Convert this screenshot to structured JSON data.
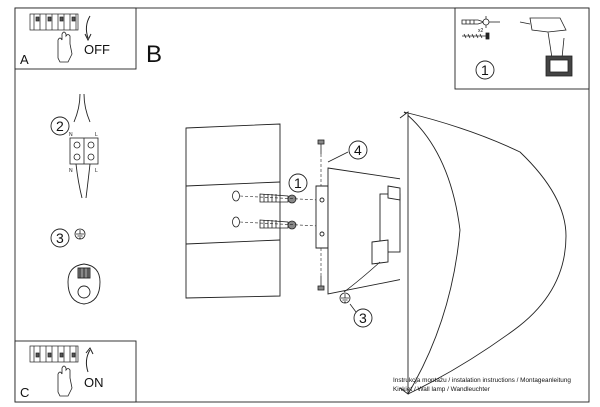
{
  "panels": {
    "a": {
      "letter": "A",
      "state": "OFF"
    },
    "c": {
      "letter": "C",
      "state": "ON"
    }
  },
  "main": {
    "letter": "B"
  },
  "tools": {
    "step": "1",
    "qty": "x2"
  },
  "steps": {
    "wiring": "2",
    "ground": "3",
    "screws": "1",
    "bracket_screw": "4",
    "ground_lead": "3"
  },
  "terminal_labels": {
    "n_top": "N",
    "l_top": "L",
    "n_bottom": "N",
    "l_bottom": "L"
  },
  "footer": {
    "line1": "Instrukcja montażu / instalation instructions / Montageanleitung",
    "line2": "Kinkiet / Wall lamp / Wandleuchter"
  }
}
